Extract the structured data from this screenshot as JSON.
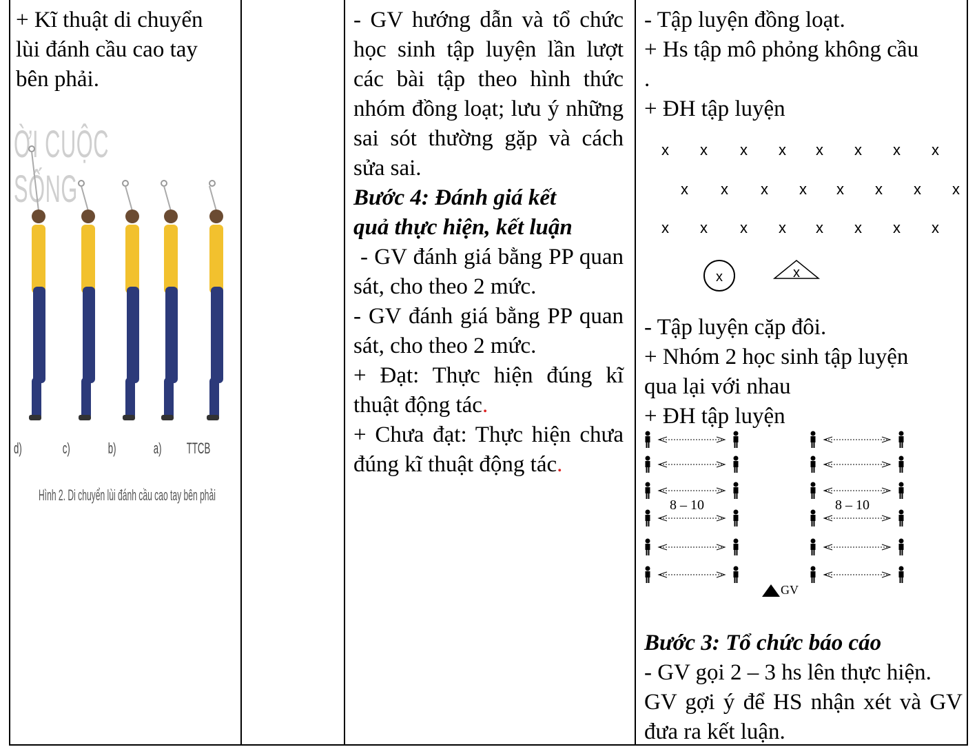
{
  "col1": {
    "lines": [
      "+ Kĩ thuật di chuyển",
      "lùi đánh cầu cao tay",
      "bên phải."
    ],
    "figure": {
      "watermark": "ỜI CUỘC SỐNG",
      "labels": [
        "d)",
        "c)",
        "b)",
        "a)",
        "TTCB"
      ],
      "caption": "Hình 2. Di chuyển lùi đánh cầu cao tay bên phải"
    }
  },
  "col3": {
    "p1": "- GV hướng dẫn và tổ chức học sinh tập luyện lần lượt các bài tập theo hình thức nhóm đồng loạt; lưu ý những sai sót thường gặp và cách sửa sai.",
    "step4_line1": "Bước 4: Đánh giá kết",
    "step4_line2": "quả thực hiện, kết luận",
    "p2": "- GV đánh giá bằng PP quan sát, cho theo 2 mức.",
    "p3": "- GV đánh giá bằng PP quan sát, cho theo 2 mức.",
    "p4": "+ Đạt: Thực hiện đúng kĩ thuật động tác",
    "p5": "+ Chưa đạt: Thực hiện chưa đúng kĩ thuật động tác",
    "dot": "."
  },
  "col4": {
    "l1": "- Tập luyện đồng loạt.",
    "l2": "+ Hs tập mô phỏng không cầu",
    "l3": ".",
    "l4": "+ ĐH tập luyện",
    "x": "x",
    "l5": "-  Tập luyện cặp đôi.",
    "l6": "+ Nhóm 2 học sinh tập luyện",
    "l7": "qua lại với nhau",
    "l8": "+ ĐH tập luyện",
    "distance": "8 – 10",
    "gv": "GV",
    "step3": "Bước 3: Tổ chức báo cáo",
    "l9": "- GV gọi 2 – 3 hs lên thực hiện.",
    "l10": "GV gợi ý để HS nhận xét và GV đưa ra kết luận."
  }
}
